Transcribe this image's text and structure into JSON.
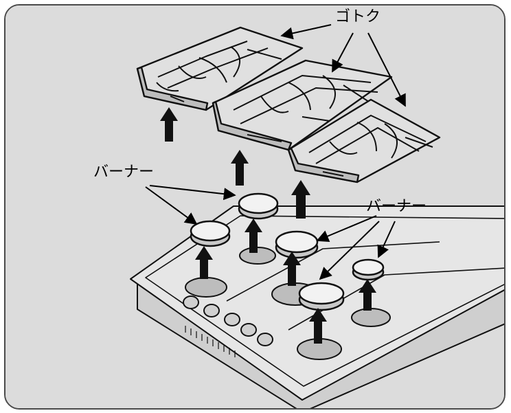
{
  "labels": {
    "grates": "ゴトク",
    "burners_left": "バーナー",
    "burners_right": "バーナー"
  },
  "colors": {
    "background": "#dcdcdc",
    "line": "#111111",
    "metal": "#d6d6d6",
    "arrow": "#111111"
  }
}
